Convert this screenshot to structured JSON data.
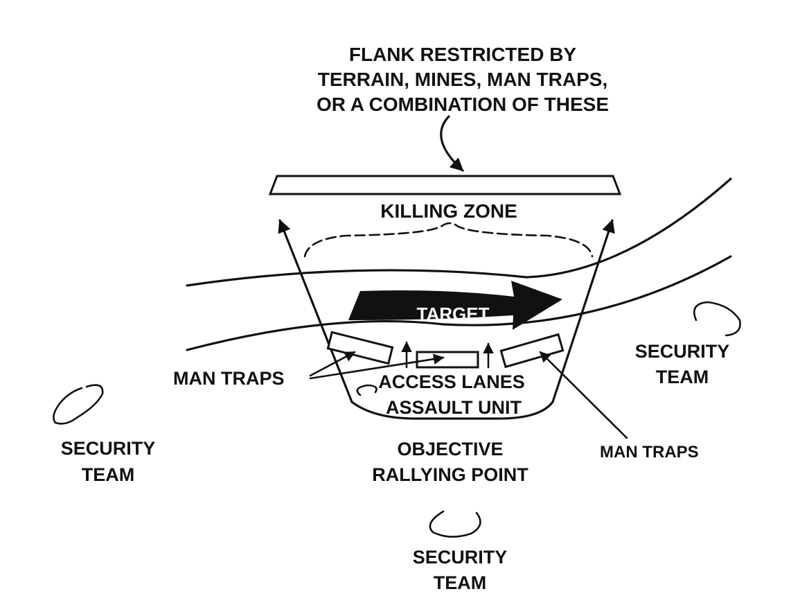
{
  "labels": {
    "flank_line1": "FLANK RESTRICTED BY",
    "flank_line2": "TERRAIN, MINES, MAN TRAPS,",
    "flank_line3": "OR A COMBINATION OF THESE",
    "killing_zone": "KILLING ZONE",
    "target": "TARGET",
    "man_traps_left": "MAN TRAPS",
    "access_lanes": "ACCESS LANES",
    "assault_unit": "ASSAULT UNIT",
    "objective_line1": "OBJECTIVE",
    "objective_line2": "RALLYING POINT",
    "man_traps_right": "MAN TRAPS",
    "security_team_left_line1": "SECURITY",
    "security_team_left_line2": "TEAM",
    "security_team_right_line1": "SECURITY",
    "security_team_right_line2": "TEAM",
    "security_team_bottom_line1": "SECURITY",
    "security_team_bottom_line2": "TEAM"
  },
  "colors": {
    "ink": "#111111",
    "background": "#ffffff"
  }
}
